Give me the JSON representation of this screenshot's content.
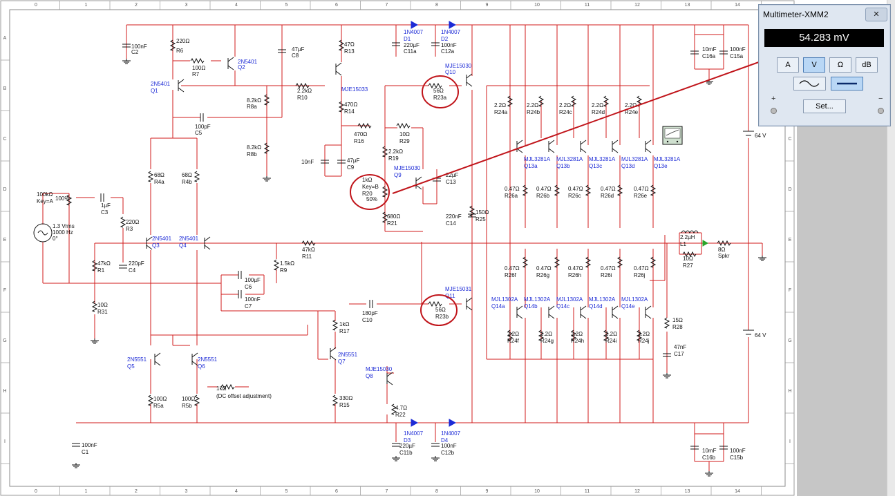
{
  "ruler": {
    "columns": [
      "0",
      "1",
      "2",
      "3",
      "4",
      "5",
      "6",
      "7",
      "8",
      "9",
      "10",
      "11",
      "12",
      "13",
      "14"
    ],
    "rows": [
      "A",
      "B",
      "C",
      "D",
      "E",
      "F",
      "G",
      "H",
      "I"
    ]
  },
  "multimeter": {
    "title": "Multimeter-XMM2",
    "reading": "54.283 mV",
    "modes": [
      "A",
      "V",
      "Ω",
      "dB"
    ],
    "active_mode": "V",
    "set_label": "Set...",
    "plus": "+",
    "minus": "−"
  },
  "labels": {
    "c2": [
      "100nF",
      "C2"
    ],
    "r6": [
      "220Ω",
      "R6"
    ],
    "q2": [
      "2N5401",
      "Q2"
    ],
    "r7": [
      "100Ω",
      "R7"
    ],
    "q1": [
      "2N5401",
      "Q1"
    ],
    "c5": [
      "100pF",
      "C5"
    ],
    "c8": [
      "47µF",
      "C8"
    ],
    "r8a": [
      "8.2kΩ",
      "R8a"
    ],
    "r8b": [
      "8.2kΩ",
      "R8b"
    ],
    "r10": [
      "2.2kΩ",
      "R10"
    ],
    "r13": [
      "47Ω",
      "R13"
    ],
    "q_mje15033": "MJE15033",
    "r14": [
      "470Ω",
      "R14"
    ],
    "d1": [
      "1N4007",
      "D1"
    ],
    "c11a": [
      "220µF",
      "C11a"
    ],
    "d2": [
      "1N4007",
      "D2"
    ],
    "c12a": [
      "100nF",
      "C12a"
    ],
    "q10": [
      "MJE15030",
      "Q10"
    ],
    "r23a": [
      "56Ω",
      "R23a"
    ],
    "r16": [
      "470Ω",
      "R16"
    ],
    "r29": [
      "10Ω",
      "R29"
    ],
    "r19": [
      "2.2kΩ",
      "R19"
    ],
    "c9": [
      "47µF",
      "C9"
    ],
    "c10nf": "10nF",
    "q9": [
      "MJE15030",
      "Q9"
    ],
    "c13": [
      "22µF",
      "C13"
    ],
    "r20": [
      "1kΩ",
      "Key=B",
      "R20",
      "50%"
    ],
    "r21": [
      "680Ω",
      "R21"
    ],
    "c14": [
      "220nF",
      "C14"
    ],
    "r25": [
      "150Ω",
      "R25"
    ],
    "r24": [
      [
        "2.2Ω",
        "R24a"
      ],
      [
        "2.2Ω",
        "R24b"
      ],
      [
        "2.2Ω",
        "R24c"
      ],
      [
        "2.2Ω",
        "R24d"
      ],
      [
        "2.2Ω",
        "R24e"
      ]
    ],
    "q13": [
      [
        "MJL3281A",
        "Q13a"
      ],
      [
        "MJL3281A",
        "Q13b"
      ],
      [
        "MJL3281A",
        "Q13c"
      ],
      [
        "MJL3281A",
        "Q13d"
      ],
      [
        "MJL3281A",
        "Q13e"
      ]
    ],
    "r26top": [
      [
        "0.47Ω",
        "R26a"
      ],
      [
        "0.47Ω",
        "R26b"
      ],
      [
        "0.47Ω",
        "R26c"
      ],
      [
        "0.47Ω",
        "R26d"
      ],
      [
        "0.47Ω",
        "R26e"
      ]
    ],
    "r26bot": [
      [
        "0.47Ω",
        "R26f"
      ],
      [
        "0.47Ω",
        "R26g"
      ],
      [
        "0.47Ω",
        "R26h"
      ],
      [
        "0.47Ω",
        "R26i"
      ],
      [
        "0.47Ω",
        "R26j"
      ]
    ],
    "q14": [
      [
        "MJL1302A",
        "Q14a"
      ],
      [
        "MJL1302A",
        "Q14b"
      ],
      [
        "MJL1302A",
        "Q14c"
      ],
      [
        "MJL1302A",
        "Q14d"
      ],
      [
        "MJL1302A",
        "Q14e"
      ]
    ],
    "r24bot": [
      [
        "2.2Ω",
        "R24f"
      ],
      [
        "2.2Ω",
        "R24g"
      ],
      [
        "2.2Ω",
        "R24h"
      ],
      [
        "2.2Ω",
        "R24i"
      ],
      [
        "2.2Ω",
        "R24j"
      ]
    ],
    "c16a": [
      "10mF",
      "C16a"
    ],
    "c15a": [
      "100nF",
      "C15a"
    ],
    "v64top": "64 V",
    "v64bot": "64 V",
    "l1": [
      "2.2µH",
      "L1"
    ],
    "r27": [
      "10Ω",
      "R27"
    ],
    "spkr": [
      "8Ω",
      "Spkr"
    ],
    "r28": [
      "15Ω",
      "R28"
    ],
    "c17": [
      "47nF",
      "C17"
    ],
    "pot": [
      "100kΩ",
      "Key=A",
      "100%"
    ],
    "vsrc": [
      "1.3 Vrms",
      "1000 Hz",
      "0°"
    ],
    "c3": [
      "1µF",
      "C3"
    ],
    "r3": [
      "220Ω",
      "R3"
    ],
    "r4a": [
      "68Ω",
      "R4a"
    ],
    "r4b": [
      "68Ω",
      "R4b"
    ],
    "q3": [
      "2N5401",
      "Q3"
    ],
    "q4": [
      "2N5401",
      "Q4"
    ],
    "r1": [
      "47kΩ",
      "R1"
    ],
    "c4": [
      "220pF",
      "C4"
    ],
    "r11": [
      "47kΩ",
      "R11"
    ],
    "r9": [
      "1.5kΩ",
      "R9"
    ],
    "c6": [
      "100µF",
      "C6"
    ],
    "c7": [
      "100nF",
      "C7"
    ],
    "r31": [
      "10Ω",
      "R31"
    ],
    "c10": [
      "180pF",
      "C10"
    ],
    "q11": [
      "MJE15031",
      "Q11"
    ],
    "r23b": [
      "56Ω",
      "R23b"
    ],
    "r17": [
      "1kΩ",
      "R17"
    ],
    "q7": [
      "2N5551",
      "Q7"
    ],
    "q8": [
      "MJE15030",
      "Q8"
    ],
    "q5": [
      "2N5551",
      "Q5"
    ],
    "q6": [
      "2N5551",
      "Q6"
    ],
    "r5a": [
      "100Ω",
      "R5a"
    ],
    "r5b": [
      "100Ω",
      "R5b"
    ],
    "rdc": [
      "1kΩ",
      "(DC offset adjustment)"
    ],
    "r15": [
      "330Ω",
      "R15"
    ],
    "r22": [
      "4.7Ω",
      "R22"
    ],
    "d3": [
      "1N4007",
      "D3"
    ],
    "c11b": [
      "220µF",
      "C11b"
    ],
    "d4": [
      "1N4007",
      "D4"
    ],
    "c12b": [
      "100nF",
      "C12b"
    ],
    "c1": [
      "100nF",
      "C1"
    ],
    "c16b": [
      "10mF",
      "C16b"
    ],
    "c15b": [
      "100nF",
      "C15b"
    ]
  },
  "colors": {
    "wire": "#d11b1b",
    "blue": "#1d2bd6",
    "annotation": "#c0141a"
  }
}
